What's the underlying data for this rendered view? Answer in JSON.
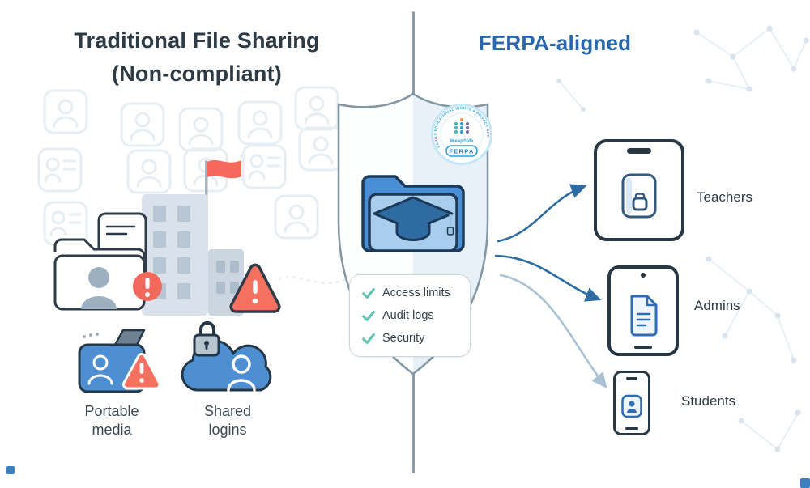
{
  "left_section": {
    "title_line1": "Traditional File Sharing",
    "title_line2": "(Non-compliant)",
    "portable_media_label": "Portable media",
    "shared_logins_label": "Shared logins"
  },
  "center_section": {
    "checklist": [
      "Access limits",
      "Audit logs",
      "Security"
    ],
    "badge": {
      "arc_text": "FAMILY EDUCATIONAL RIGHTS & PRIVACY ACT",
      "brand": "iKeepSafe",
      "label": "FERPA"
    }
  },
  "right_section": {
    "title": "FERPA-aligned",
    "recipients": [
      {
        "label": "Teachers"
      },
      {
        "label": "Admins"
      },
      {
        "label": "Students"
      }
    ]
  },
  "colors": {
    "left_title_text": "#2d3b46",
    "right_title_text": "#2767ae",
    "icon_blue": "#4d8fd1",
    "warning_red": "#f4705f",
    "check_teal": "#5cc3b5",
    "arrow_blue": "#2e6da4"
  }
}
